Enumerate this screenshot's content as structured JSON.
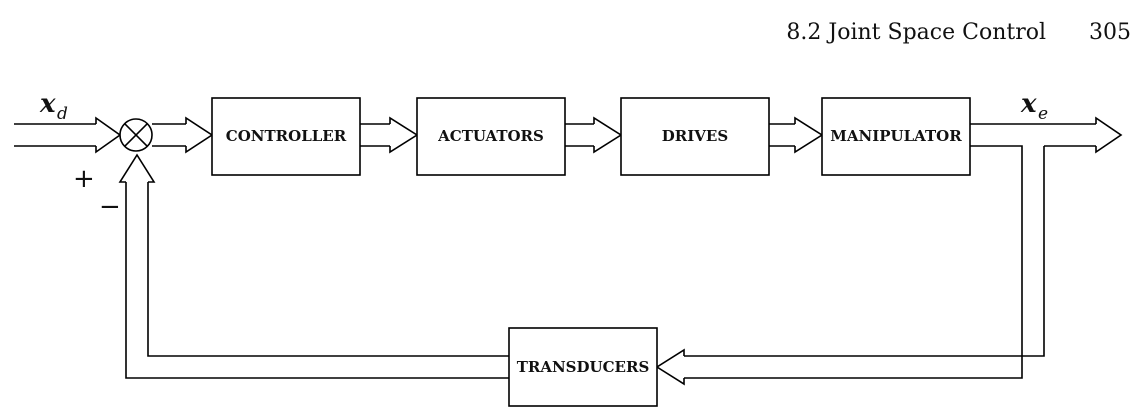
{
  "header": {
    "section_title": "8.2 Joint Space Control",
    "page_number": "305"
  },
  "diagram": {
    "blocks": {
      "controller": "CONTROLLER",
      "actuators": "ACTUATORS",
      "drives": "DRIVES",
      "manipulator": "MANIPULATOR",
      "transducers": "TRANSDUCERS"
    },
    "input_signal": {
      "symbol": "x",
      "subscript": "d"
    },
    "output_signal": {
      "symbol": "x",
      "subscript": "e"
    },
    "signs": {
      "plus": "+",
      "minus": "−"
    },
    "summing_junction_symbol": "⊗"
  }
}
